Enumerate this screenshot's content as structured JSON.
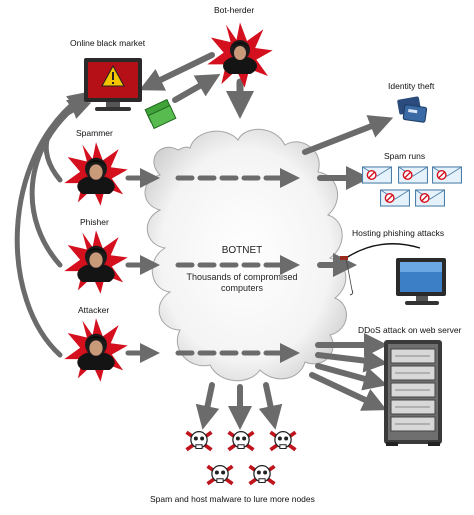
{
  "labels": {
    "bot_herder": "Bot-herder",
    "black_market": "Online black market",
    "spammer": "Spammer",
    "phisher": "Phisher",
    "attacker": "Attacker",
    "identity_theft": "Identity theft",
    "spam_runs": "Spam runs",
    "hosting_phishing": "Hosting phishing attacks",
    "ddos": "DDoS attack on web server",
    "spam_malware": "Spam and host malware to lure more nodes"
  },
  "botnet": {
    "title": "BOTNET",
    "subtitle": "Thousands of compromised computers"
  },
  "colors": {
    "arrow": "#6b6b6b",
    "burst": "#d4101e",
    "cloud_edge": "#9a9a9a",
    "skull": "#c0141c"
  },
  "icons": {
    "actor": "hooded-hacker-icon",
    "computer": "computer-monitor-icon",
    "envelope": "spam-envelope-icon",
    "server": "server-rack-icon",
    "skull": "skull-crossbones-icon"
  }
}
